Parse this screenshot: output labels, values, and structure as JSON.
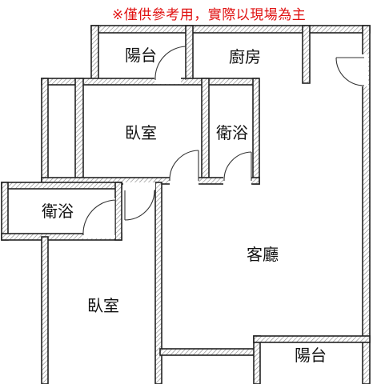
{
  "disclaimer": "※僅供參考用，實際以現場為主",
  "rooms": {
    "balcony_top": "陽台",
    "kitchen": "廚房",
    "bedroom_upper": "臥室",
    "bathroom_right": "衛浴",
    "bathroom_left": "衛浴",
    "living_room": "客廳",
    "bedroom_lower": "臥室",
    "balcony_bottom": "陽台"
  },
  "colors": {
    "disclaimer": "#e01010",
    "walls": "#222222",
    "hatch": "#888888"
  }
}
